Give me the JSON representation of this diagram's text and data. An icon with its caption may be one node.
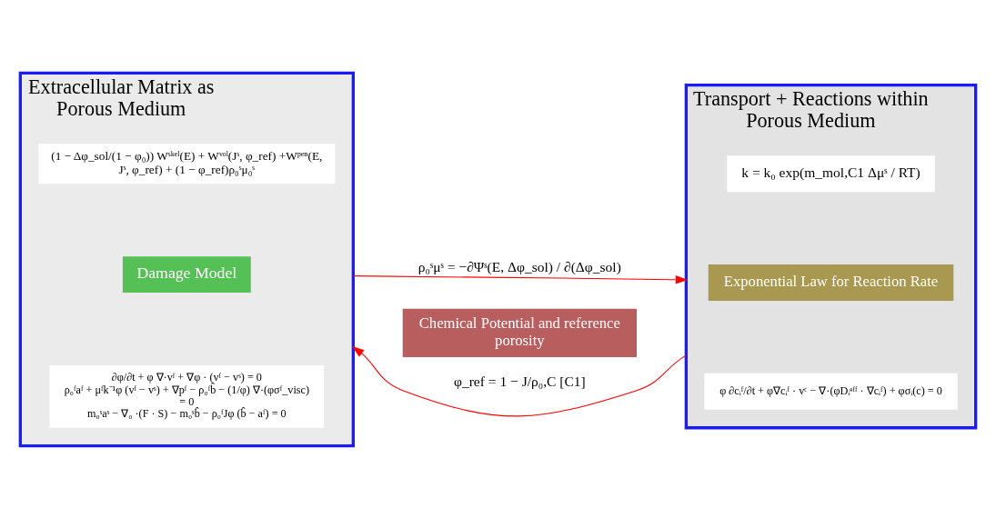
{
  "diagram": {
    "nodes": [
      {
        "text": [
          "Extracellular Matrix as Porous Medium"
        ]
      },
      {
        "text": [
          "∂φ/∂t + φ ∇·vᶠ + ∇φ · (vᶠ − vˢ) = 0",
          "ρ₀ᶠaᶠ + μᶠk⁻¹φ (vᶠ − vˢ) + ∇pᶠ − ρ₀ᶠb̂ − (1/φ) ∇·(φσᶠ_visc) = 0",
          "m₀ˢaˢ − ∇₀ ·(F · S) − m₀ˢb̂ − ρ₀ᶠJφ (b̂ − aᶠ) = 0"
        ],
        "in": 0
      },
      {
        "text": [
          "Damage Model"
        ],
        "in": 0
      },
      {
        "text": [
          "(1 − Δφ_sol/(1 − φ₀)) Wˢᵏᵉˡ(E) + Wᵛᵒˡ(Jˢ, φ_ref) +Wᵖᵉⁿ(E, Jˢ, φ_ref) + (1 − φ_ref)ρ₀ˢμ₀ˢ"
        ],
        "in": 0
      },
      {
        "text": [
          "Transport + Reactions within Porous Medium"
        ]
      },
      {
        "text": [
          "φ ∂cᵢᶠ/∂t + φ∇cᵢᶠ · vᶜ − ∇·(φDᵢᵉᶠᶠ · ∇cᵢᶠ) + φσᵢ(c) = 0"
        ],
        "in": 4
      },
      {
        "text": [
          "Exponential Law for Reaction Rate"
        ],
        "in": 4
      },
      {
        "text": [
          "k = k₀ exp(m_mol,C1 Δμˢ / RT)"
        ],
        "in": 4
      },
      {
        "text": [
          "Chemical Potential and reference porosity"
        ]
      }
    ],
    "edges": [
      {
        "from": 0,
        "to": 4,
        "arrow": "to",
        "label": "ρ₀ˢμˢ = −∂Ψˢ(E, Δφ_sol) / ∂(Δφ_sol)"
      },
      {
        "from": 4,
        "to": 0,
        "arrow": "to",
        "label": "φ_ref = 1 − J/ρ₀,C [C1]"
      }
    ]
  }
}
